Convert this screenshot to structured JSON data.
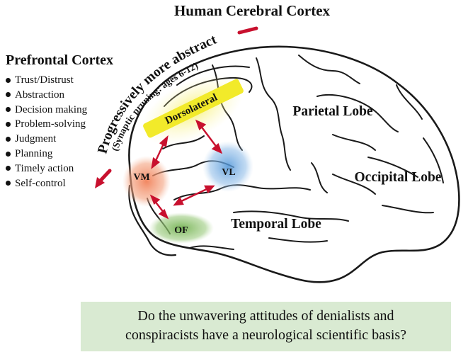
{
  "title": "Human Cerebral Cortex",
  "prefrontal": {
    "heading": "Prefrontal Cortex",
    "items": [
      "Trust/Distrust",
      "Abstraction",
      "Decision making",
      "Problem-solving",
      "Judgment",
      "Planning",
      "Timely action",
      "Self-control"
    ]
  },
  "gradient_arrow": {
    "main_label": "Progressively more abstract",
    "sub_label": "(Synaptic pruning: ages 6-12)"
  },
  "regions": {
    "dorsolateral": "Dorsolateral",
    "vm": "VM",
    "vl": "VL",
    "of": "OF"
  },
  "lobes": {
    "parietal": "Parietal Lobe",
    "occipital": "Occipital Lobe",
    "temporal": "Temporal Lobe"
  },
  "question": {
    "line1": "Do the unwavering attitudes of denialists and",
    "line2": "conspiracists have a neurological scientific basis?"
  },
  "colors": {
    "arrow_red": "#c8102e",
    "dorsolateral_yellow": "#f2ea2a",
    "vm_orange": "#f08a5d",
    "vl_blue": "#5f9fdc",
    "of_green": "#7dbb5a",
    "question_bg": "#d9ead2"
  }
}
